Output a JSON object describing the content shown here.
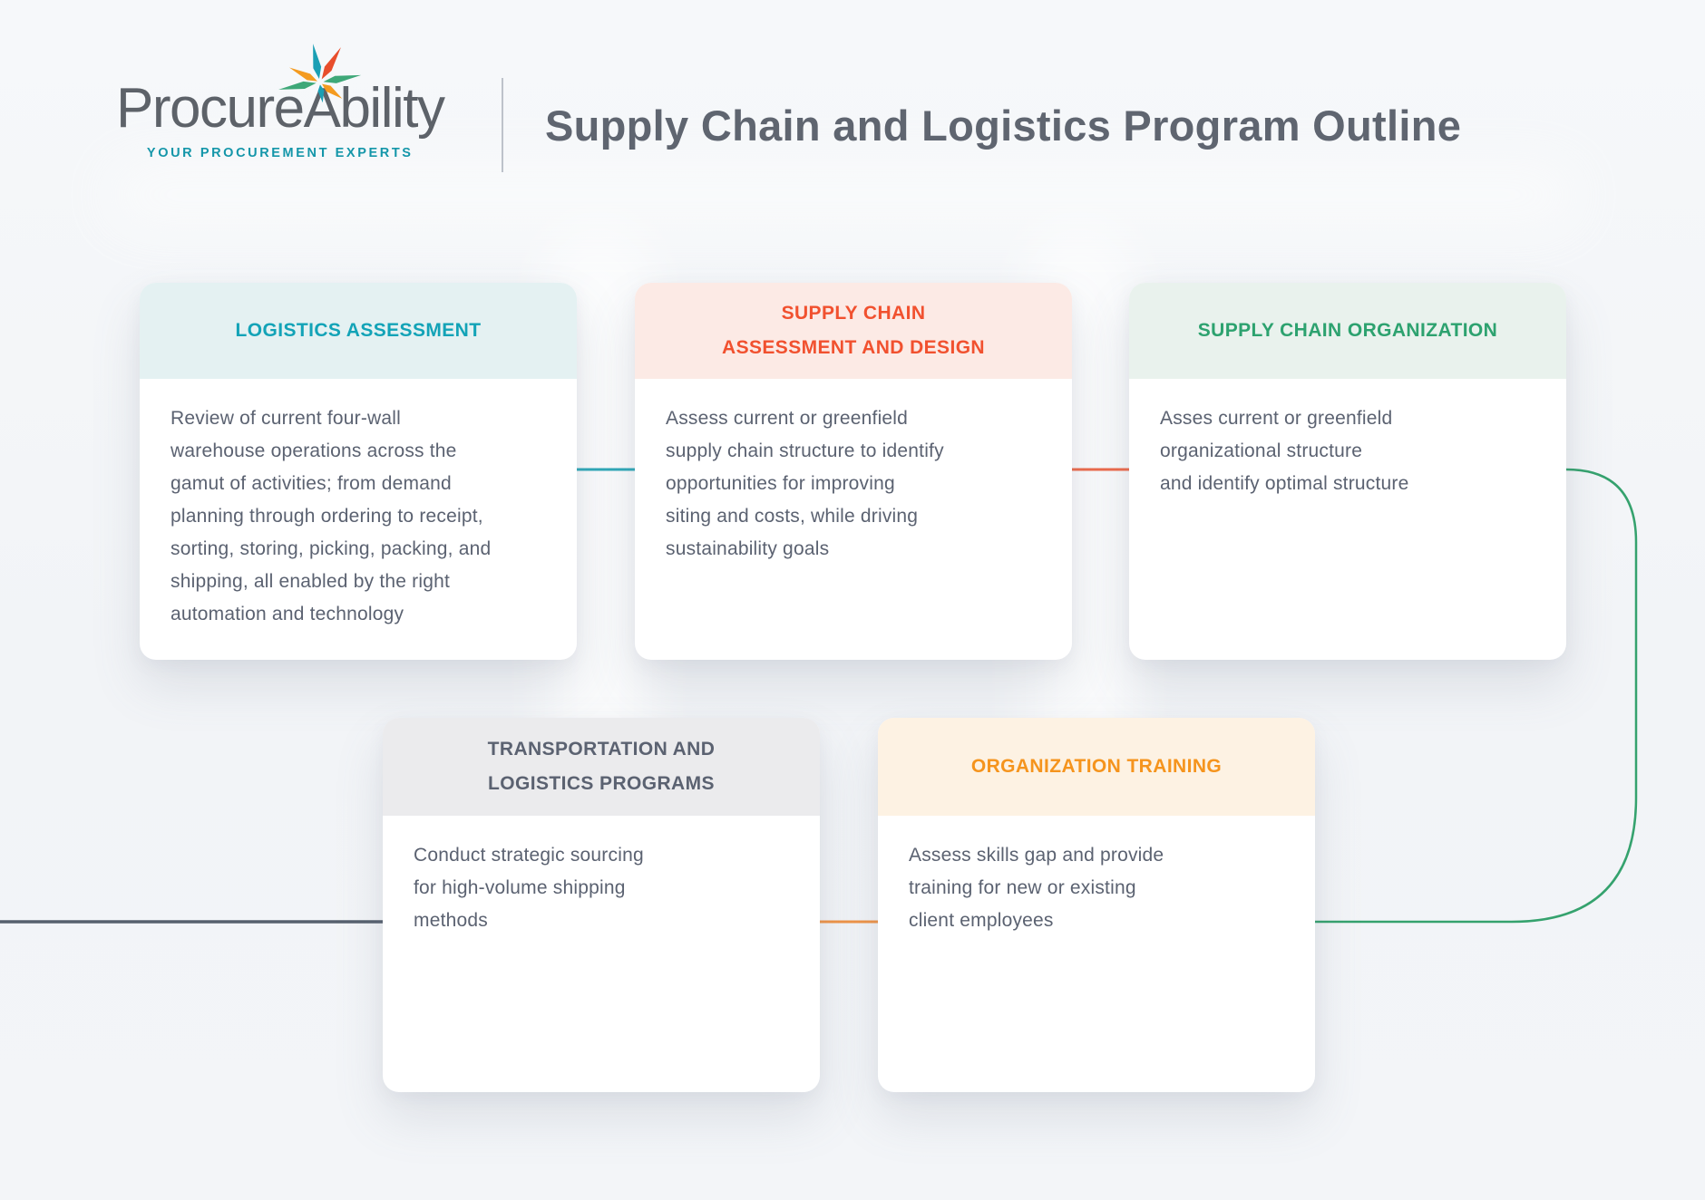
{
  "header": {
    "logo": {
      "wordmark_pre": "Procure",
      "wordmark_a": "A",
      "wordmark_post": "bility",
      "tagline": "YOUR PROCUREMENT EXPERTS",
      "colors": {
        "wordmark": "#5d6269",
        "tagline": "#1496a9",
        "burst_teal": "#1a9fb4",
        "burst_red": "#e84e2c",
        "burst_green": "#3ea878",
        "burst_orange": "#f49b20"
      }
    },
    "title": "Supply Chain and Logistics Program Outline"
  },
  "cards": [
    {
      "title": [
        "LOGISTICS ASSESSMENT"
      ],
      "accent": "#13a3b7",
      "header_bg": "#e4f1f2",
      "body": [
        "Review of current four-wall",
        "warehouse operations across the",
        "gamut of activities; from demand",
        "planning through ordering to receipt,",
        "sorting, storing, picking, packing, and",
        "shipping, all enabled by the right",
        "automation and technology"
      ]
    },
    {
      "title": [
        "SUPPLY CHAIN",
        "ASSESSMENT AND DESIGN"
      ],
      "accent": "#f1512f",
      "header_bg": "#fceae5",
      "body": [
        "Assess current or greenfield",
        "supply chain structure to identify",
        "opportunities for improving",
        "siting and costs, while driving",
        "sustainability goals"
      ]
    },
    {
      "title": [
        "SUPPLY CHAIN ORGANIZATION"
      ],
      "accent": "#2da26f",
      "header_bg": "#e9f2ed",
      "body": [
        "Asses current or greenfield",
        "organizational structure",
        "and identify optimal structure"
      ]
    },
    {
      "title": [
        "TRANSPORTATION AND",
        "LOGISTICS PROGRAMS"
      ],
      "accent": "#5b6271",
      "header_bg": "#ebebed",
      "body": [
        "Conduct strategic sourcing",
        "for high-volume shipping",
        "methods"
      ]
    },
    {
      "title": [
        "ORGANIZATION TRAINING"
      ],
      "accent": "#f5941d",
      "header_bg": "#fdf2e3",
      "body": [
        "Assess skills gap and provide",
        "training for new or existing",
        "client employees"
      ]
    }
  ],
  "connectors": {
    "teal": "#2fa8b8",
    "orange": "#ee6a4b",
    "green": "#35a26e",
    "dark": "#56606e",
    "orange_light": "#f09447"
  }
}
